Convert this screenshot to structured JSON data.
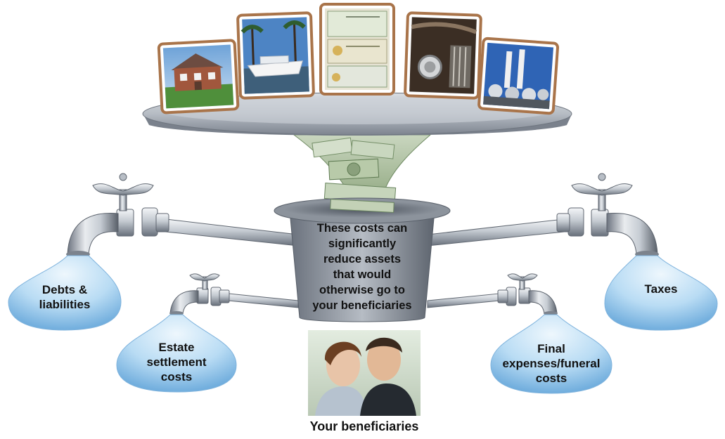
{
  "assets": [
    {
      "name": "house photo"
    },
    {
      "name": "yacht photo"
    },
    {
      "name": "stock certificates photo"
    },
    {
      "name": "classic car photo"
    },
    {
      "name": "industrial plant photo"
    }
  ],
  "center": {
    "text_lines": [
      "These costs can",
      "significantly",
      "reduce assets",
      "that would",
      "otherwise go to",
      "your beneficiaries"
    ]
  },
  "drains": {
    "debts": [
      "Debts &",
      "liabilities"
    ],
    "estate": [
      "Estate",
      "settlement",
      "costs"
    ],
    "taxes": [
      "Taxes"
    ],
    "final": [
      "Final",
      "expenses/funeral",
      "costs"
    ]
  },
  "beneficiaries": {
    "caption": "Your beneficiaries"
  },
  "colors": {
    "drop_light": "#e6f3fc",
    "drop_dark": "#5aa0d8",
    "metal_light": "#eef1f4",
    "metal_dark": "#6c7480",
    "money_green": "#9fb592",
    "frame": "#b07a48"
  }
}
